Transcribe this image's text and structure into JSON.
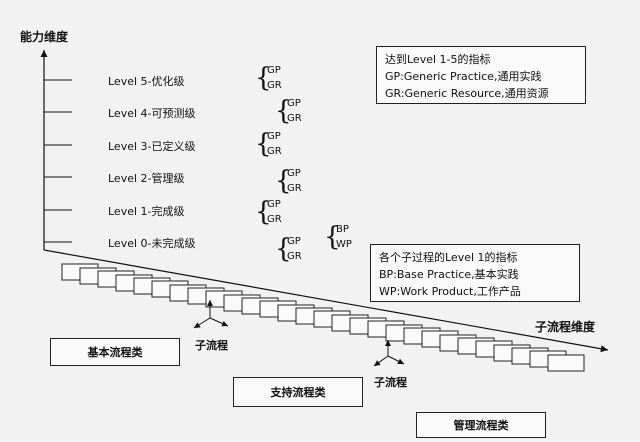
{
  "axes": {
    "y_label": "能力维度",
    "x_label": "子流程维度"
  },
  "levels": [
    {
      "label": "Level 5-优化级",
      "items": [
        "GP",
        "GR"
      ]
    },
    {
      "label": "Level 4-可预测级",
      "items": [
        "GP",
        "GR"
      ]
    },
    {
      "label": "Level 3-已定义级",
      "items": [
        "GP",
        "GR"
      ]
    },
    {
      "label": "Level 2-管理级",
      "items": [
        "GP",
        "GR"
      ]
    },
    {
      "label": "Level 1-完成级",
      "items": [
        "GP",
        "GR"
      ]
    },
    {
      "label": "Level 0-未完成级",
      "items": [
        "GP",
        "GR"
      ]
    }
  ],
  "level0_extra": [
    "BP",
    "WP"
  ],
  "top_note": {
    "title": "达到Level 1-5的指标",
    "line1": "GP:Generic Practice,通用实践",
    "line2": "GR:Generic Resource,通用资源"
  },
  "mid_note": {
    "title": "各个子过程的Level 1的指标",
    "line1": "BP:Base Practice,基本实践",
    "line2": "WP:Work Product,工作产品"
  },
  "categories": {
    "basic": "基本流程类",
    "support": "支持流程类",
    "management": "管理流程类"
  },
  "subprocess_label_1": "子流程",
  "subprocess_label_2": "子流程"
}
